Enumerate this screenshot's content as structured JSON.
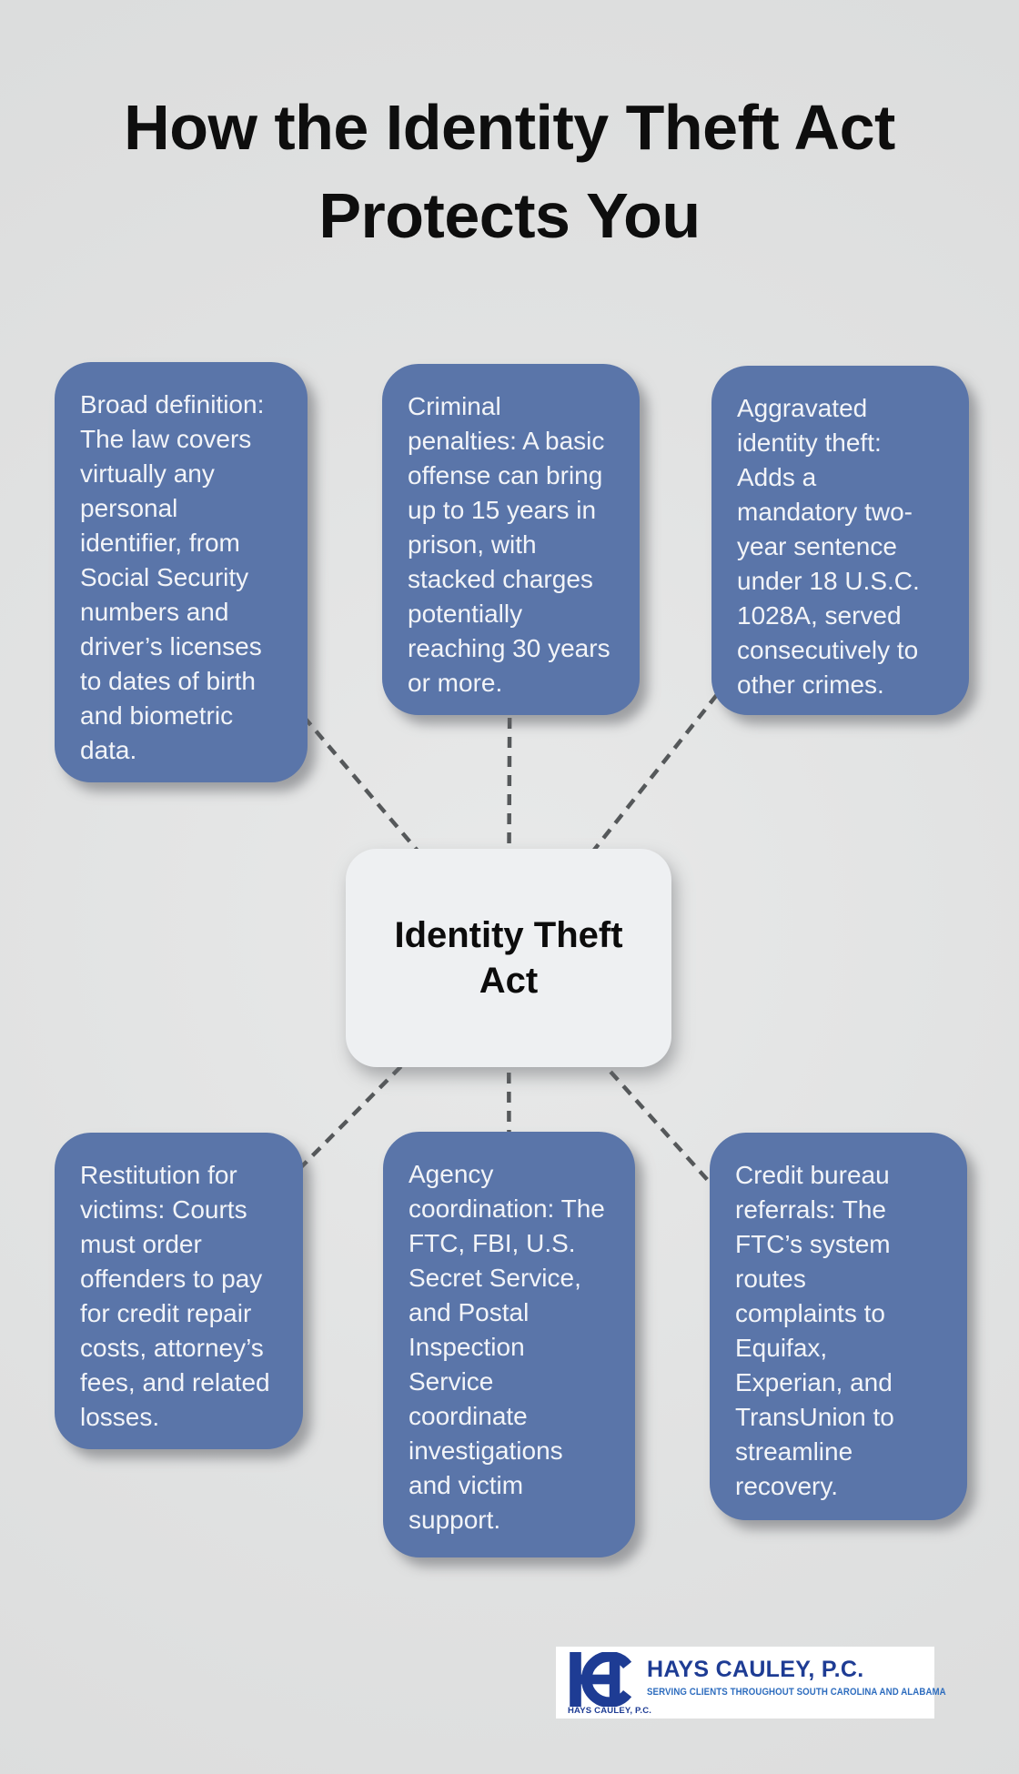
{
  "title": "How the Identity Theft Act\nProtects You",
  "center": {
    "label": "Identity Theft\nAct"
  },
  "nodes": [
    {
      "id": "broad-definition",
      "text": "Broad definition:\nThe law covers\nvirtually any\npersonal\nidentifier, from\nSocial Security\nnumbers and\ndriver’s licenses\nto dates of birth\nand biometric\ndata."
    },
    {
      "id": "criminal-penalties",
      "text": "Criminal\npenalties: A basic\noffense can bring\nup to 15 years in\nprison, with\nstacked charges\npotentially\nreaching 30 years\nor more."
    },
    {
      "id": "aggravated-identity-theft",
      "text": "Aggravated\nidentity theft:\nAdds a\nmandatory two-\nyear sentence\nunder 18 U.S.C.\n1028A, served\nconsecutively to\nother crimes."
    },
    {
      "id": "restitution-for-victims",
      "text": "Restitution for\nvictims: Courts\nmust order\noffenders to pay\nfor credit repair\ncosts, attorney’s\nfees, and related\nlosses."
    },
    {
      "id": "agency-coordination",
      "text": "Agency\ncoordination: The\nFTC, FBI, U.S.\nSecret Service,\nand Postal\nInspection\nService\ncoordinate\ninvestigations\nand victim\nsupport."
    },
    {
      "id": "credit-bureau-referrals",
      "text": "Credit bureau\nreferrals: The\nFTC’s system\nroutes\ncomplaints to\nEquifax,\nExperian, and\nTransUnion to\nstreamline\nrecovery."
    }
  ],
  "logo": {
    "monogram": "HC",
    "name": "HAYS CAULEY, P.C.",
    "tagline": "SERVING CLIENTS THROUGHOUT SOUTH CAROLINA AND ALABAMA",
    "small_name": "HAYS CAULEY, P.C."
  },
  "colors": {
    "background": "#e0e1e1",
    "node_blue": "#5a75a9",
    "node_text": "#f2f4f8",
    "center_box": "#eef0f2",
    "title_text": "#0e0e0e",
    "dash_gray": "#55585a",
    "logo_navy": "#1e3c94",
    "logo_blue": "#2d6cbe"
  }
}
